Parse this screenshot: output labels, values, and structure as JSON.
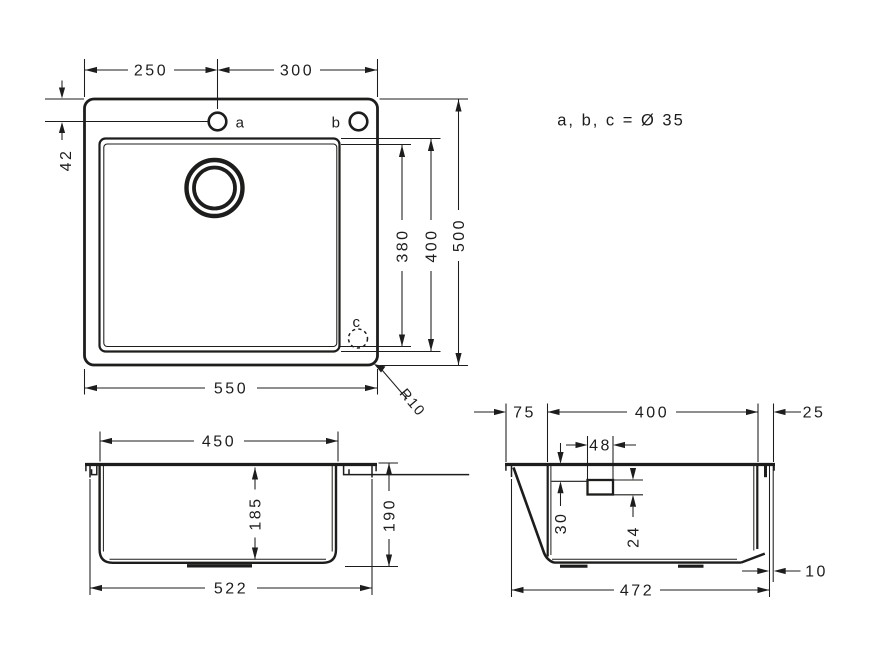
{
  "colors": {
    "ink": "#1d1d1b",
    "background": "#ffffff"
  },
  "note": {
    "holes": "a, b, c = Ø 35"
  },
  "top_view": {
    "dims": {
      "left_span": "250",
      "right_span": "300",
      "hole_offset": "42",
      "inner_depth": "380",
      "outer_depth": "400",
      "total_depth": "500",
      "total_width": "550",
      "corner_radius": "R10"
    },
    "holes": {
      "a": "a",
      "b": "b",
      "c": "c"
    }
  },
  "front_view": {
    "dims": {
      "bowl_width": "450",
      "bowl_depth": "185",
      "total_height": "190",
      "body_width": "522"
    }
  },
  "side_view": {
    "dims": {
      "front_ledge": "75",
      "bowl_length": "400",
      "rear_ledge": "25",
      "overflow_width": "48",
      "overflow_top_offset": "30",
      "overflow_height": "24",
      "bottom_inset": "10",
      "body_length": "472"
    }
  }
}
